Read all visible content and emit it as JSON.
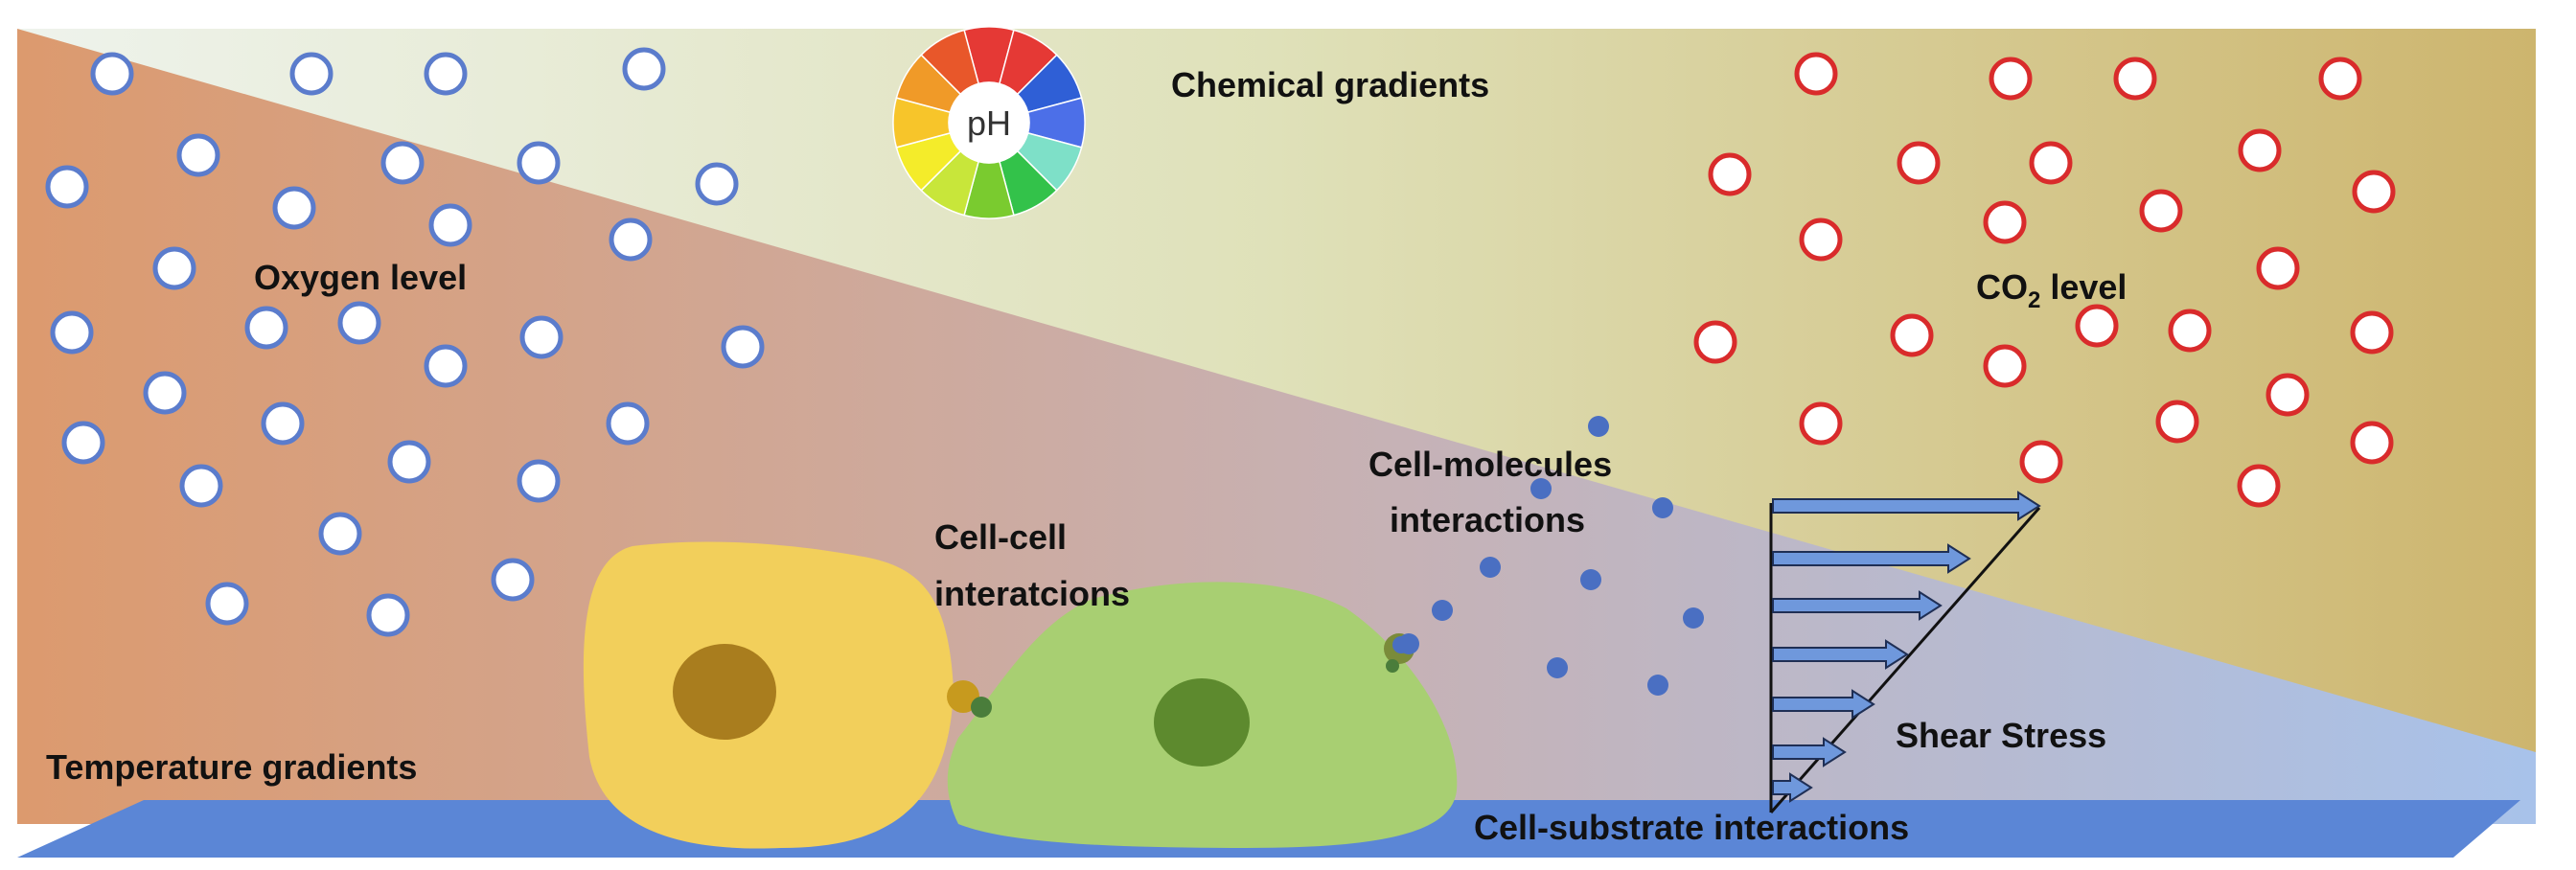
{
  "labels": {
    "chemical_gradients": "Chemical gradients",
    "oxygen_level": "Oxygen level",
    "co2_prefix": "CO",
    "co2_sub": "2",
    "co2_suffix": " level",
    "cell_molecules_line1": "Cell-molecules",
    "cell_molecules_line2": "interactions",
    "cell_cell_line1": "Cell-cell",
    "cell_cell_line2": "interatcions",
    "temperature_gradients": "Temperature gradients",
    "shear_stress": "Shear Stress",
    "cell_substrate": "Cell-substrate interactions",
    "ph": "pH"
  },
  "colors": {
    "oxygen_bubble_stroke": "#5b7ccc",
    "co2_bubble_stroke": "#d92b2b",
    "molecule_dot": "#4a6fc2",
    "substrate": "#5b86d6",
    "cell_yellow": "#f2cf5b",
    "nucleus_yellow": "#a97d1e",
    "cell_green": "#a8cf72",
    "nucleus_green": "#5d8a2e",
    "arrow_fill": "#6f98dc",
    "ph_wheel": [
      "#e53935",
      "#e53935",
      "#2f5fd6",
      "#4c6fe8",
      "#7ee0c8",
      "#33c24a",
      "#7acb2f",
      "#c8e63a",
      "#f4ec2a",
      "#f7c52a",
      "#f09a28",
      "#e8572a"
    ]
  }
}
